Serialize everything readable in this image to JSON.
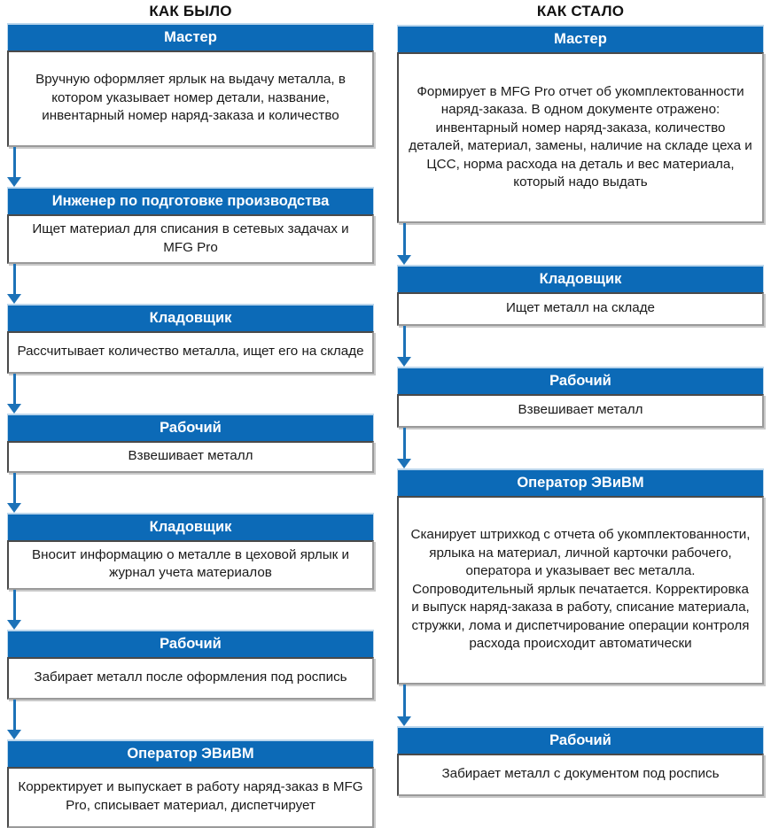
{
  "meta": {
    "accent_blue": "#0C6AB7",
    "arrow_blue": "#1C72B8",
    "border_gray": "#4a4a4a",
    "header_text_color": "#ffffff",
    "body_text_color": "#1a1a1a"
  },
  "columns": [
    {
      "title": "КАК БЫЛО",
      "steps": [
        {
          "role": "Мастер",
          "text": "Вручную оформляет ярлык на выдачу металла, в котором указывает номер детали, название, инвентарный номер наряд-заказа и количество",
          "body_height": 109,
          "connector_height": 45
        },
        {
          "role": "Инженер по подготовке производства",
          "text": "Ищет материал для списания в сетевых задачах и MFG Pro",
          "body_height": 48,
          "connector_height": 45
        },
        {
          "role": "Кладовщик",
          "text": "Рассчитывает количество металла, ищет его на складе",
          "body_height": 48,
          "connector_height": 45
        },
        {
          "role": "Рабочий",
          "text": "Взвешивает металл",
          "body_height": 28,
          "connector_height": 45
        },
        {
          "role": "Кладовщик",
          "text": "Вносит информацию о металле в цеховой ярлык и журнал учета материалов",
          "body_height": 48,
          "connector_height": 45
        },
        {
          "role": "Рабочий",
          "text": "Забирает металл после оформления под роспись",
          "body_height": 48,
          "connector_height": 45
        },
        {
          "role": "Оператор ЭВиВМ",
          "text": "Корректирует и выпускает в работу наряд-заказ в MFG Pro, списывает материал, диспетчирует",
          "body_height": 69,
          "connector_height": 0
        }
      ]
    },
    {
      "title": "КАК СТАЛО",
      "steps": [
        {
          "role": "Мастер",
          "text": "Формирует в MFG Pro отчет об укомплектованности наряд-заказа. В одном документе отражено: инвентарный номер наряд-заказа, количество деталей, материал, замены, наличие на складе цеха и ЦСС, норма расхода на деталь и вес материала, который надо выдать",
          "body_height": 193,
          "connector_height": 47
        },
        {
          "role": "Кладовщик",
          "text": "Ищет металл на складе",
          "body_height": 38,
          "connector_height": 46
        },
        {
          "role": "Рабочий",
          "text": "Взвешивает металл",
          "body_height": 38,
          "connector_height": 46
        },
        {
          "role": "Оператор ЭВиВМ",
          "text": "Сканирует штрихкод с отчета об укомплектованности, ярлыка на материал, личной карточки рабочего, оператора и указывает вес металла. Сопроводительный ярлык печатается. Корректировка и выпуск наряд-заказа в работу, списание материала, стружки, лома и диспетчирование операции контроля расхода происходит автоматически",
          "body_height": 213,
          "connector_height": 47
        },
        {
          "role": "Рабочий",
          "text": "Забирает металл с документом под роспись",
          "body_height": 48,
          "connector_height": 0
        }
      ]
    }
  ]
}
